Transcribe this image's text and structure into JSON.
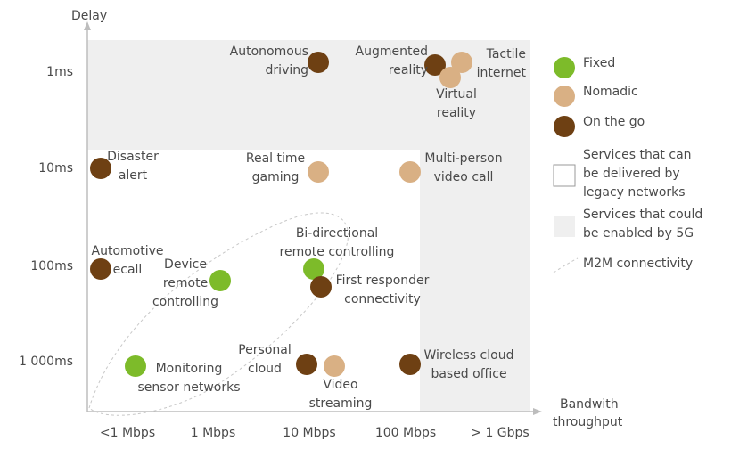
{
  "chart_data": {
    "type": "scatter",
    "title": "",
    "xlabel": "Bandwith throughput",
    "ylabel": "Delay",
    "x_categories": [
      "<1 Mbps",
      "1 Mbps",
      "10 Mbps",
      "100 Mbps",
      "> 1 Gbps"
    ],
    "y_categories": [
      "1ms",
      "10ms",
      "100ms",
      "1 000ms"
    ],
    "colors": {
      "Fixed": "#7dbb2a",
      "Nomadic": "#d9b084",
      "On the go": "#6e4013",
      "region_5g": "#efefef"
    },
    "legend": {
      "placement": "right",
      "items": [
        {
          "label": "Fixed",
          "kind": "dot",
          "color": "#7dbb2a"
        },
        {
          "label": "Nomadic",
          "kind": "dot",
          "color": "#d9b084"
        },
        {
          "label": "On the go",
          "kind": "dot",
          "color": "#6e4013"
        },
        {
          "label": "Services that can be delivered by legacy networks",
          "lines": [
            "Services that can",
            "be delivered by",
            "legacy networks"
          ],
          "kind": "box"
        },
        {
          "label": "Services that could be enabled by 5G",
          "lines": [
            "Services that could",
            "be enabled by 5G"
          ],
          "kind": "shade"
        },
        {
          "label": "M2M connectivity",
          "lines": [
            "M2M connectivity"
          ],
          "kind": "dashed"
        }
      ]
    },
    "points": [
      {
        "label": "Autonomous driving",
        "lines": [
          "Autonomous",
          "driving"
        ],
        "category": "On the go",
        "x": "10 Mbps",
        "y": "1ms"
      },
      {
        "label": "Augmented reality",
        "lines": [
          "Augmented",
          "reality"
        ],
        "category": "On the go",
        "x": "> 100 Mbps",
        "y": "1ms"
      },
      {
        "label": "Tactile internet",
        "lines": [
          "Tactile",
          "internet"
        ],
        "category": "Nomadic",
        "x": "> 1 Gbps",
        "y": "1ms"
      },
      {
        "label": "Virtual reality",
        "lines": [
          "Virtual",
          "reality"
        ],
        "category": "Nomadic",
        "x": "> 100 Mbps",
        "y": "1ms"
      },
      {
        "label": "Disaster alert",
        "lines": [
          "Disaster",
          "alert"
        ],
        "category": "On the go",
        "x": "<1 Mbps",
        "y": "10ms"
      },
      {
        "label": "Real time gaming",
        "lines": [
          "Real time",
          "gaming"
        ],
        "category": "Nomadic",
        "x": "10 Mbps",
        "y": "10ms"
      },
      {
        "label": "Multi-person video call",
        "lines": [
          "Multi-person",
          "video call"
        ],
        "category": "Nomadic",
        "x": "100 Mbps",
        "y": "10ms"
      },
      {
        "label": "Automotive ecall",
        "lines": [
          "Automotive",
          "ecall"
        ],
        "category": "On the go",
        "x": "<1 Mbps",
        "y": "100ms"
      },
      {
        "label": "Device remote controlling",
        "lines": [
          "Device",
          "remote",
          "controlling"
        ],
        "category": "Fixed",
        "x": "1 Mbps",
        "y": "100ms"
      },
      {
        "label": "Bi-directional remote controlling",
        "lines": [
          "Bi-directional",
          "remote controlling"
        ],
        "category": "Fixed",
        "x": "10 Mbps",
        "y": "100ms"
      },
      {
        "label": "First responder connectivity",
        "lines": [
          "First responder",
          "connectivity"
        ],
        "category": "On the go",
        "x": "10 Mbps",
        "y": "100ms"
      },
      {
        "label": "Monitoring sensor networks",
        "lines": [
          "Monitoring",
          "sensor networks"
        ],
        "category": "Fixed",
        "x": "<1 Mbps",
        "y": "1 000ms"
      },
      {
        "label": "Personal cloud",
        "lines": [
          "Personal",
          "cloud"
        ],
        "category": "On the go",
        "x": "10 Mbps",
        "y": "1 000ms"
      },
      {
        "label": "Video streaming",
        "lines": [
          "Video",
          "streaming"
        ],
        "category": "Nomadic",
        "x": "10 Mbps",
        "y": "1 000ms"
      },
      {
        "label": "Wireless cloud based office",
        "lines": [
          "Wireless cloud",
          "based office"
        ],
        "category": "On the go",
        "x": "100 Mbps",
        "y": "1 000ms"
      }
    ]
  }
}
